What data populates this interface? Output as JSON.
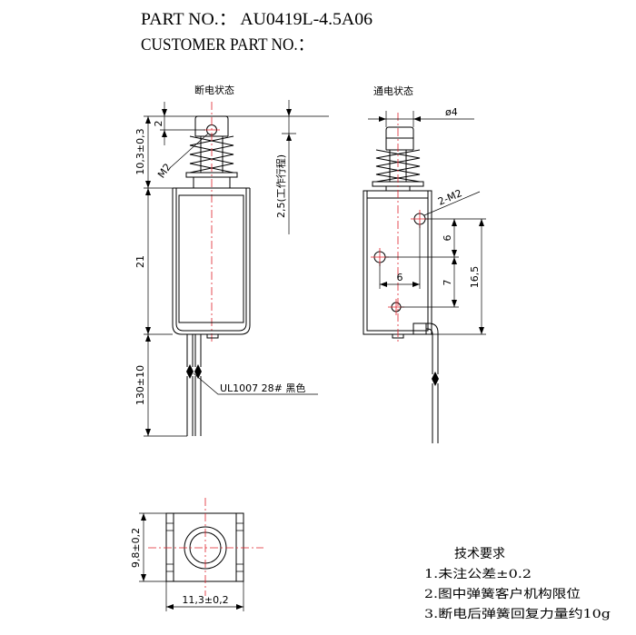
{
  "header": {
    "part_no": "PART NO.： AU0419L-4.5A06",
    "customer_part_no": "CUSTOMER PART NO.："
  },
  "view_off": {
    "label": "断电状态",
    "dims": {
      "hole_offset": "2",
      "plunger_height": "10,3±0,3",
      "thread": "M2",
      "body_height": "21",
      "wire_length": "130±10",
      "stroke": "2,5(工作行程)"
    },
    "wire_label": "UL1007 28# 黑色"
  },
  "view_on": {
    "label": "通电状态",
    "dims": {
      "plunger_dia": "ø4",
      "holes": "2-M2",
      "hole_pitch_v": "6",
      "hole_to_lower": "7",
      "hole_pitch_h": "6",
      "hole_to_bottom": "16,5"
    }
  },
  "view_bottom": {
    "height": "9,8±0,2",
    "width": "11,3±0,2"
  },
  "notes": {
    "title": "技术要求",
    "items": [
      "1.未注公差±0.2",
      "2.图中弹簧客户机构限位",
      "3.断电后弹簧回复力量约10g"
    ]
  },
  "colors": {
    "line": "#000000",
    "center_line": "#e0202a"
  }
}
